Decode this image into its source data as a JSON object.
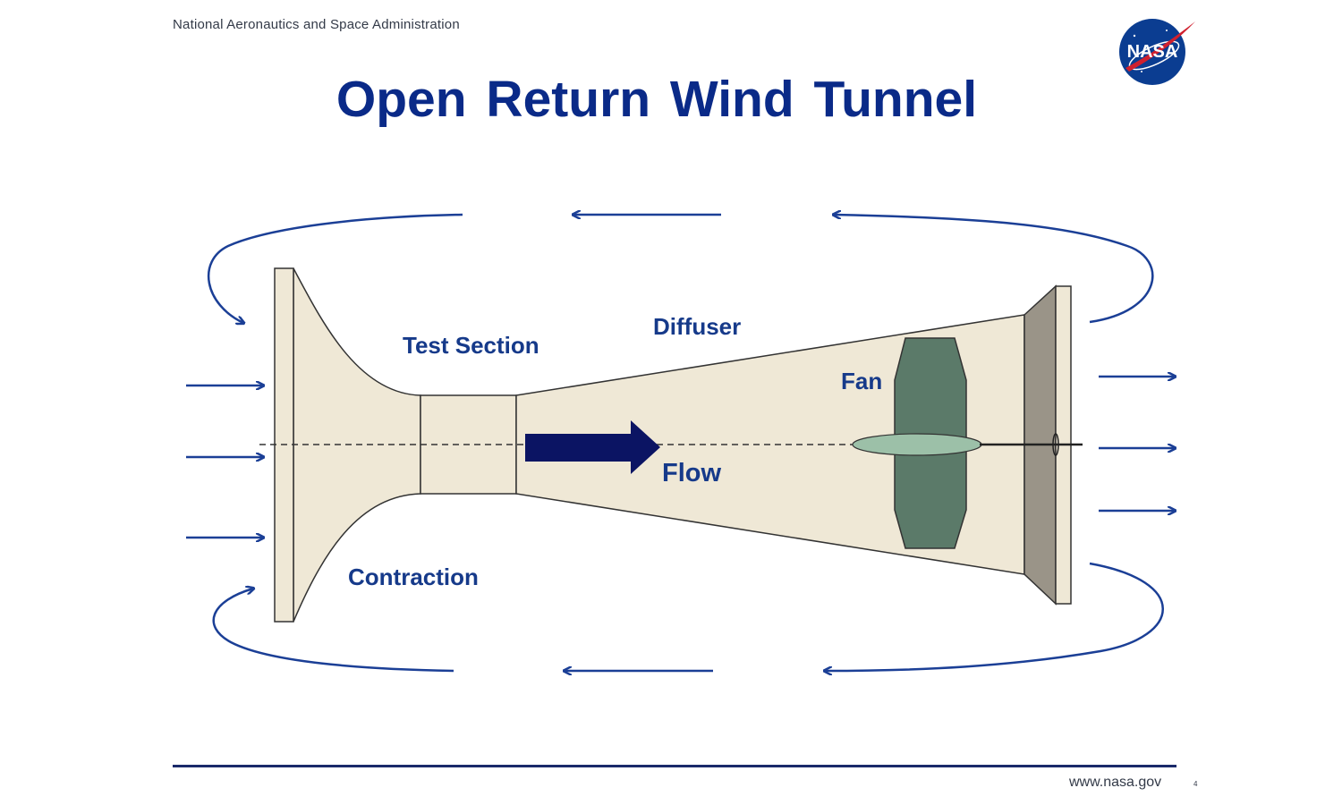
{
  "header": {
    "organization": "National Aeronautics and Space Administration"
  },
  "logo": {
    "text": "NASA"
  },
  "title": "Open Return Wind  Tunnel",
  "labels": {
    "test_section": "Test Section",
    "diffuser": "Diffuser",
    "fan": "Fan",
    "flow": "Flow",
    "contraction": "Contraction"
  },
  "colors": {
    "tunnel_fill": "#efe8d6",
    "fan_blade": "#5b7a69",
    "fan_hub": "#9cc0a8",
    "exit_frame": "#9a9488",
    "arrow_blue": "#1b3f96",
    "flow_arrow": "#0b1463",
    "title_color": "#0a2a88"
  },
  "footer": {
    "url": "www.nasa.gov",
    "page": "4"
  }
}
